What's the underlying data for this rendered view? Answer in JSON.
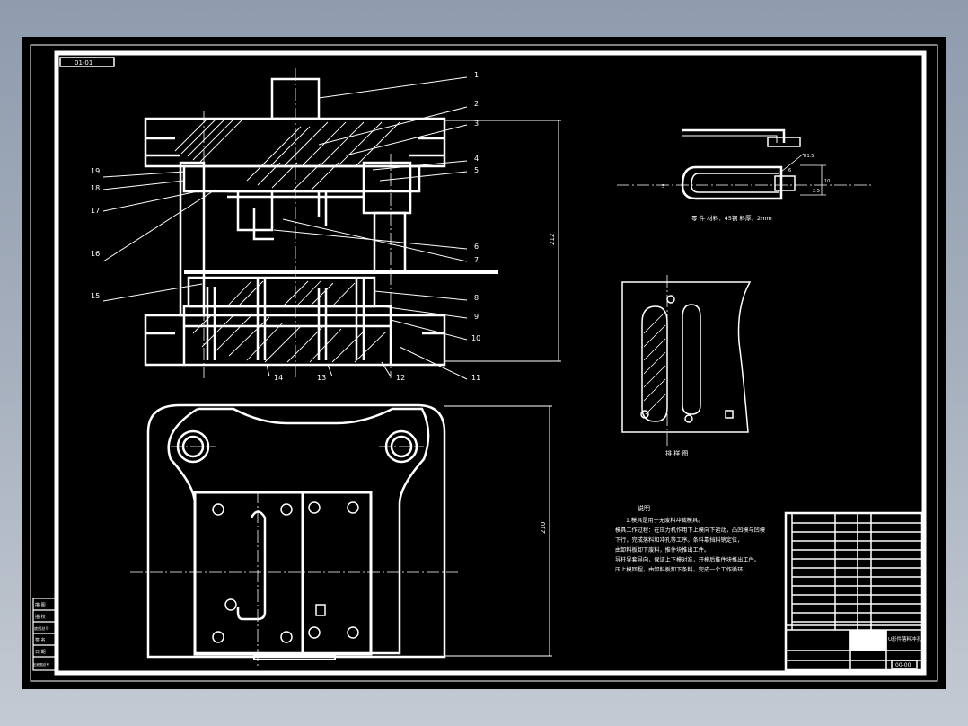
{
  "drawing": {
    "top_left_label": "01-01",
    "section_view": {
      "part_numbers_left": [
        "19",
        "18",
        "17",
        "16",
        "15"
      ],
      "part_numbers_right": [
        "1",
        "2",
        "3",
        "4",
        "5",
        "6",
        "7",
        "8",
        "9",
        "10",
        "11"
      ],
      "part_numbers_bottom": [
        "14",
        "13",
        "12"
      ],
      "height_dimension": "212"
    },
    "plan_view": {
      "width_dimension": "210"
    },
    "part_sketch": {
      "caption": "零 件   材料：45钢   料厚：2mm",
      "dim_radius": "R1.5",
      "dim_d": "5",
      "dim_e": "6",
      "dim_f": "2.5",
      "dim_g": "10"
    },
    "strip_layout": {
      "caption": "排 样 图"
    },
    "notes": {
      "title": "说明",
      "lines": [
        "1.模具是用于无废料冲裁模具。",
        "模具工作过程：在压力机作用下上模向下运动，凸凹模与凹模",
        "下行，完成落料和冲孔等工序。条料靠挡料销定位，",
        "由卸料板卸下废料，推件块推出工件。",
        "导柱导套导向，保证上下模对准，开模后推件块推出工件。",
        "压上模回程，由卸料板卸下条料，完成一个工作循环。"
      ]
    },
    "title_block": {
      "drawing_title": "U形件落料冲孔模",
      "drawing_number": "00-00"
    },
    "left_stamp_rows": [
      "描 图",
      "描 校",
      "底图总号",
      "签 名",
      "日 期",
      "旧底图总号"
    ]
  }
}
